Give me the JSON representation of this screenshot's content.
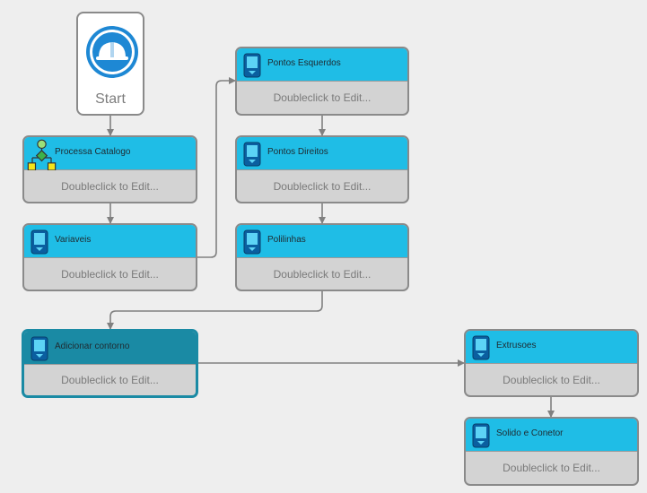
{
  "start": {
    "label": "Start",
    "icon": "hard-hat-icon"
  },
  "edit_hint": "Doubleclick to Edit...",
  "nodes": [
    {
      "id": "processa-catalogo",
      "title": "Processa Catalogo",
      "icon": "flowchart-icon",
      "selected": false
    },
    {
      "id": "variaveis",
      "title": "Variaveis",
      "icon": "phone-module-icon",
      "selected": false
    },
    {
      "id": "pontos-esquerdos",
      "title": "Pontos Esquerdos",
      "icon": "phone-module-icon",
      "selected": false
    },
    {
      "id": "pontos-direitos",
      "title": "Pontos Direitos",
      "icon": "phone-module-icon",
      "selected": false
    },
    {
      "id": "polilinhas",
      "title": "Polilinhas",
      "icon": "phone-module-icon",
      "selected": false
    },
    {
      "id": "adicionar-contorno",
      "title": "Adicionar contorno",
      "icon": "phone-module-icon",
      "selected": true
    },
    {
      "id": "extrusoes",
      "title": "Extrusoes",
      "icon": "phone-module-icon",
      "selected": false
    },
    {
      "id": "solido-e-conetor",
      "title": "Solido e Conetor",
      "icon": "phone-module-icon",
      "selected": false
    }
  ],
  "colors": {
    "header": "#1fbde6",
    "header_selected": "#1a8aa4",
    "body": "#d3d3d3",
    "connector": "#808080"
  }
}
